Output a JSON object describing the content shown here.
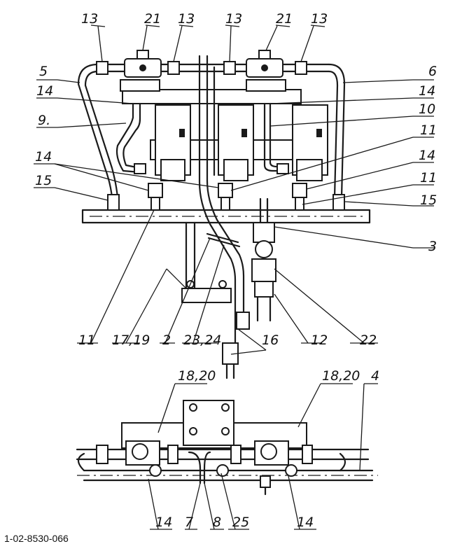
{
  "document_id": "1-02-8530-066",
  "top_view": {
    "labels": {
      "l13a": "13",
      "l21a": "21",
      "l13b": "13",
      "l13c": "13",
      "l21b": "21",
      "l13d": "13",
      "l5": "5",
      "l6": "6",
      "l14a": "14",
      "l14b": "14",
      "l9": "9.",
      "l10": "10",
      "l11a": "11",
      "l14c": "14",
      "l14d": "14",
      "l15a": "15",
      "l11b": "11",
      "l15b": "15",
      "l3": "3",
      "l11c": "11",
      "l1719": "17,19",
      "l2": "2",
      "l2324": "23,24",
      "l16": "16",
      "l12": "12",
      "l22": "22"
    }
  },
  "bottom_view": {
    "labels": {
      "l1820a": "18,20",
      "l1820b": "18,20",
      "l4": "4",
      "l14e": "14",
      "l7": "7",
      "l8": "8",
      "l25": "25",
      "l14f": "14"
    }
  }
}
